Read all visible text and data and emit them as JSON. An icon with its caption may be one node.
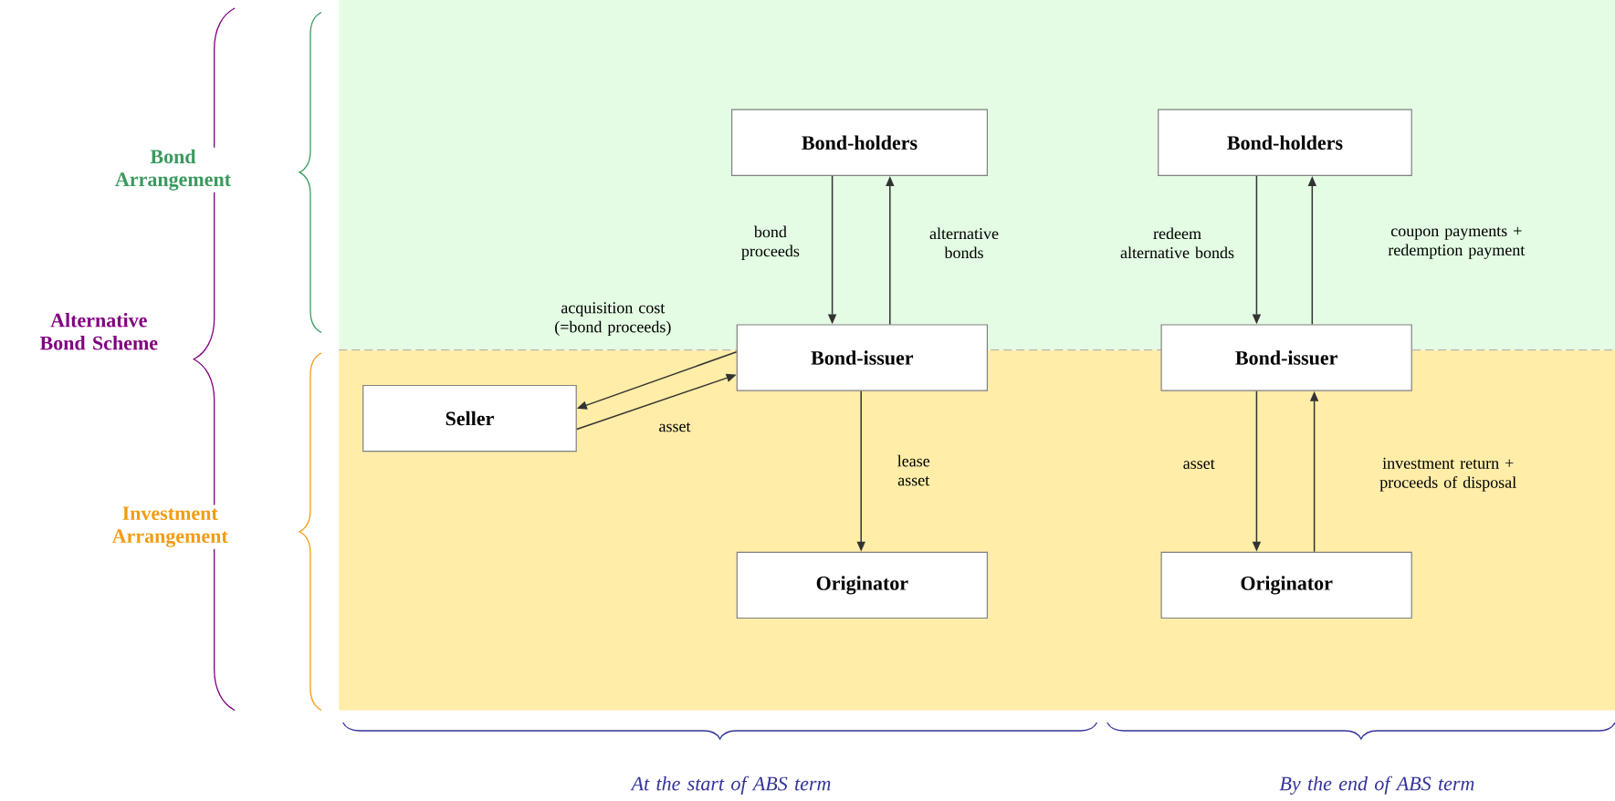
{
  "diagram": {
    "nodes": [
      {
        "text": [
          "Bond-holders"
        ]
      },
      {
        "text": [
          "Bond-issuer"
        ]
      },
      {
        "text": [
          "Seller"
        ]
      },
      {
        "text": [
          "Originator"
        ]
      },
      {
        "text": [
          "Bond-holders"
        ]
      },
      {
        "text": [
          "Bond-issuer"
        ]
      },
      {
        "text": [
          "Originator"
        ]
      }
    ],
    "edges": [
      {
        "from": 0,
        "to": 1,
        "arrow": "to",
        "label": "bond proceeds"
      },
      {
        "from": 1,
        "to": 0,
        "arrow": "to",
        "label": "alternative bonds"
      },
      {
        "from": 1,
        "to": 2,
        "arrow": "to",
        "label": "acquisition cost (=bond proceeds)"
      },
      {
        "from": 2,
        "to": 1,
        "arrow": "to",
        "label": "asset"
      },
      {
        "from": 1,
        "to": 3,
        "arrow": "to",
        "label": "lease asset"
      },
      {
        "from": 4,
        "to": 5,
        "arrow": "to",
        "label": "redeem alternative bonds"
      },
      {
        "from": 5,
        "to": 4,
        "arrow": "to",
        "label": "coupon payments + redemption payment"
      },
      {
        "from": 5,
        "to": 6,
        "arrow": "to",
        "label": "asset"
      },
      {
        "from": 6,
        "to": 5,
        "arrow": "to",
        "label": "investment return + proceeds of disposal"
      }
    ],
    "labels": [
      "Bond Arrangement",
      "Alternative Bond Scheme",
      "Investment Arrangement",
      "At the start of ABS term",
      "By the end of ABS term"
    ]
  }
}
